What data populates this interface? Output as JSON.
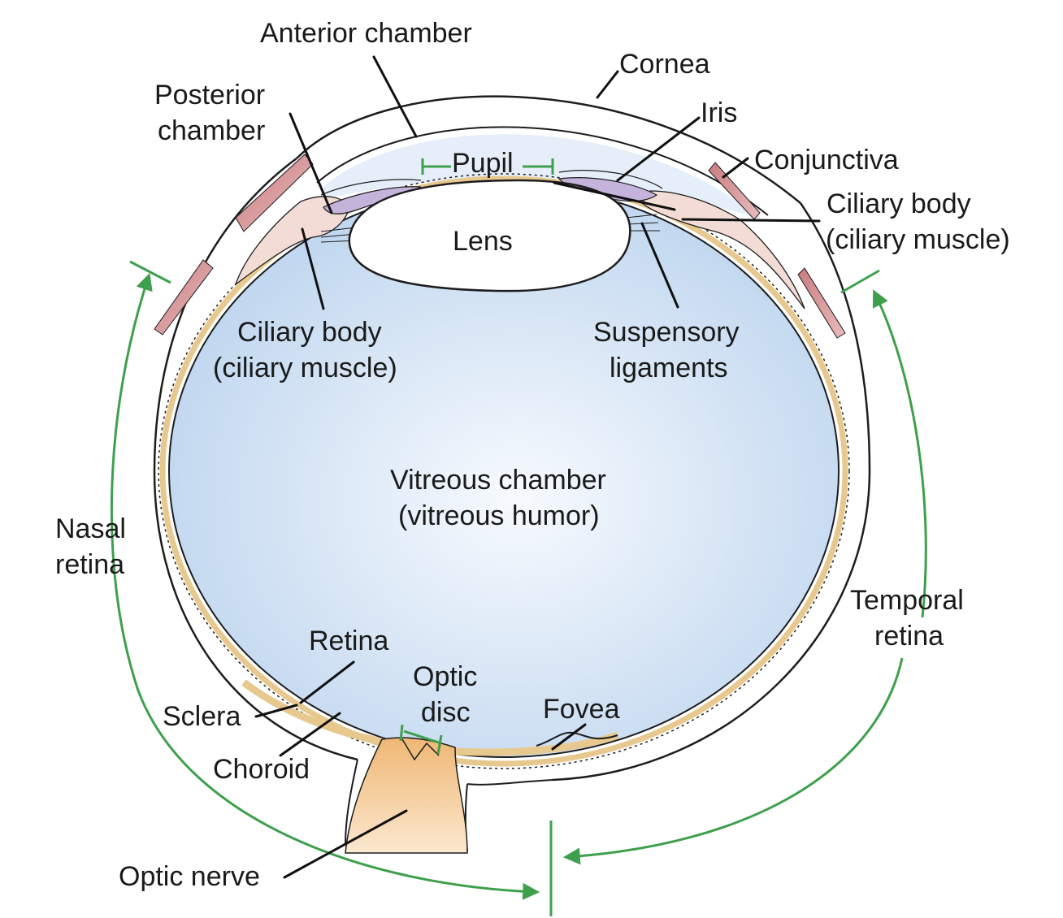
{
  "labels": {
    "anterior_chamber": "Anterior chamber",
    "cornea": "Cornea",
    "posterior_chamber_1": "Posterior",
    "posterior_chamber_2": "chamber",
    "iris": "Iris",
    "pupil": "Pupil",
    "conjunctiva": "Conjunctiva",
    "ciliary_body_right_1": "Ciliary body",
    "ciliary_body_right_2": "(ciliary muscle)",
    "lens": "Lens",
    "ciliary_body_left_1": "Ciliary body",
    "ciliary_body_left_2": "(ciliary muscle)",
    "suspensory_1": "Suspensory",
    "suspensory_2": "ligaments",
    "vitreous_1": "Vitreous chamber",
    "vitreous_2": "(vitreous humor)",
    "nasal_1": "Nasal",
    "nasal_2": "retina",
    "temporal_1": "Temporal",
    "temporal_2": "retina",
    "retina": "Retina",
    "optic_disc_1": "Optic",
    "optic_disc_2": "disc",
    "fovea": "Fovea",
    "sclera": "Sclera",
    "choroid": "Choroid",
    "optic_nerve": "Optic nerve"
  },
  "colors": {
    "vitreous_center": "#f7fafe",
    "vitreous_edge": "#bcd4ee",
    "lens": "#ffffff",
    "choroid": "#e7c98f",
    "ciliary": "#f3dcd6",
    "iris_muscle": "#c4b4dc",
    "conjunctiva": "#c97c80",
    "optic_nerve": "#efb774",
    "green_markers": "#3ea04c"
  }
}
